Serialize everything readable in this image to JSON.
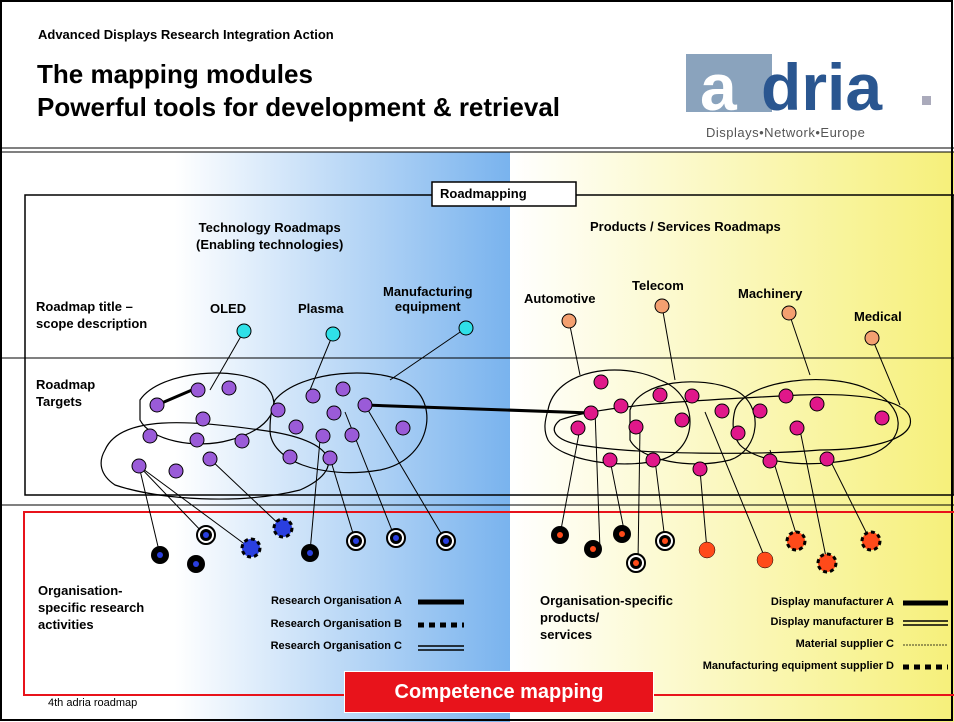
{
  "header": {
    "subtitle": "Advanced Displays Research Integration Action",
    "title": "The mapping modules\nPowerful tools for development & retrieval"
  },
  "logo": {
    "text": "adria",
    "tagline": "Displays•Network•Europe"
  },
  "roadmapping": {
    "label": "Roadmapping",
    "technology_heading": "Technology Roadmaps\n(Enabling technologies)",
    "products_heading": "Products / Services Roadmaps",
    "row_title_label": "Roadmap title –\nscope description",
    "row_targets_label": "Roadmap\nTargets",
    "technology_categories": [
      "OLED",
      "Plasma",
      "Manufacturing\nequipment"
    ],
    "product_categories": [
      "Automotive",
      "Telecom",
      "Machinery",
      "Medical"
    ]
  },
  "competence": {
    "label": "Competence mapping",
    "research_heading": "Organisation-\nspecific research\nactivities",
    "products_heading": "Organisation-specific\nproducts/\nservices",
    "research_legend": [
      {
        "label": "Research Organisation A",
        "style": "solid"
      },
      {
        "label": "Research Organisation B",
        "style": "dotted"
      },
      {
        "label": "Research Organisation C",
        "style": "double"
      }
    ],
    "products_legend": [
      {
        "label": "Display manufacturer A",
        "style": "solid"
      },
      {
        "label": "Display manufacturer B",
        "style": "double"
      },
      {
        "label": "Material supplier C",
        "style": "thin"
      },
      {
        "label": "Manufacturing equipment supplier D",
        "style": "dotted"
      }
    ]
  },
  "footer": {
    "text": "4th adria roadmap"
  },
  "colors": {
    "tech_target": "#9a5bd8",
    "product_target": "#e0178a",
    "tech_category": "#2fe0e8",
    "product_category": "#f4a070",
    "frame_red": "#e8131b",
    "blue_gradient": "#7fb6ee",
    "yellow_gradient": "#f7f27a"
  }
}
